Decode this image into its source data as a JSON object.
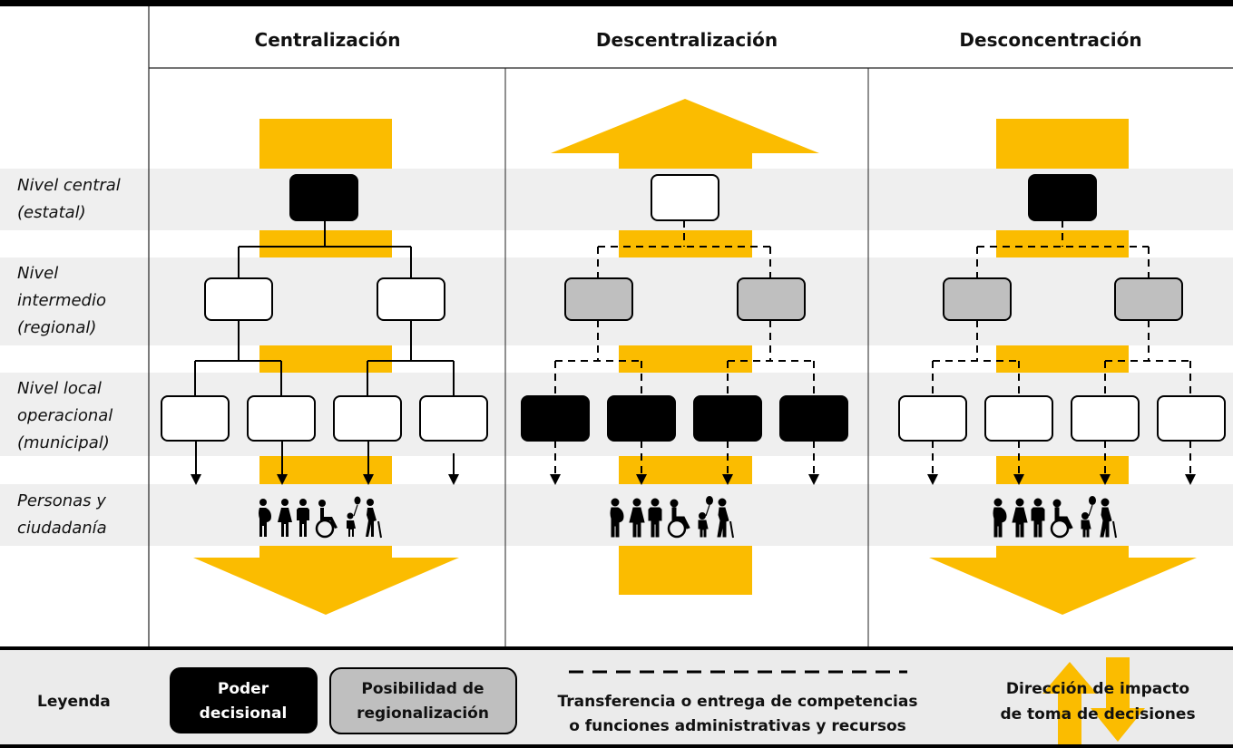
{
  "caption": "",
  "columns": [
    "Centralización",
    "Descentralización",
    "Desconcentración"
  ],
  "row_labels": [
    [
      "Nivel central",
      "(estatal)"
    ],
    [
      "Nivel",
      "intermedio",
      "(regional)"
    ],
    [
      "Nivel local",
      "operacional",
      "(municipal)"
    ],
    [
      "Personas y",
      "ciudadanía"
    ]
  ],
  "legend": {
    "title": "Leyenda",
    "decision_power": [
      "Poder",
      "decisional"
    ],
    "regionalization": [
      "Posibilidad de",
      "regionalización"
    ],
    "transfer": [
      "Transferencia o entrega de competencias",
      "o funciones administrativas y recursos"
    ],
    "direction": [
      "Dirección de impacto",
      "de toma de decisiones"
    ]
  },
  "colors": {
    "accent": "#FBBC00",
    "band": "#EFEFEF",
    "legend_bg": "#EBEBEB",
    "black_box": "#000000",
    "gray_box": "#BFBFBF",
    "white_box": "#FFFFFF"
  },
  "icons": [
    "pregnant-person-icon",
    "woman-icon",
    "man-icon",
    "wheelchair-user-icon",
    "child-with-balloon-icon",
    "elderly-person-with-cane-icon"
  ]
}
